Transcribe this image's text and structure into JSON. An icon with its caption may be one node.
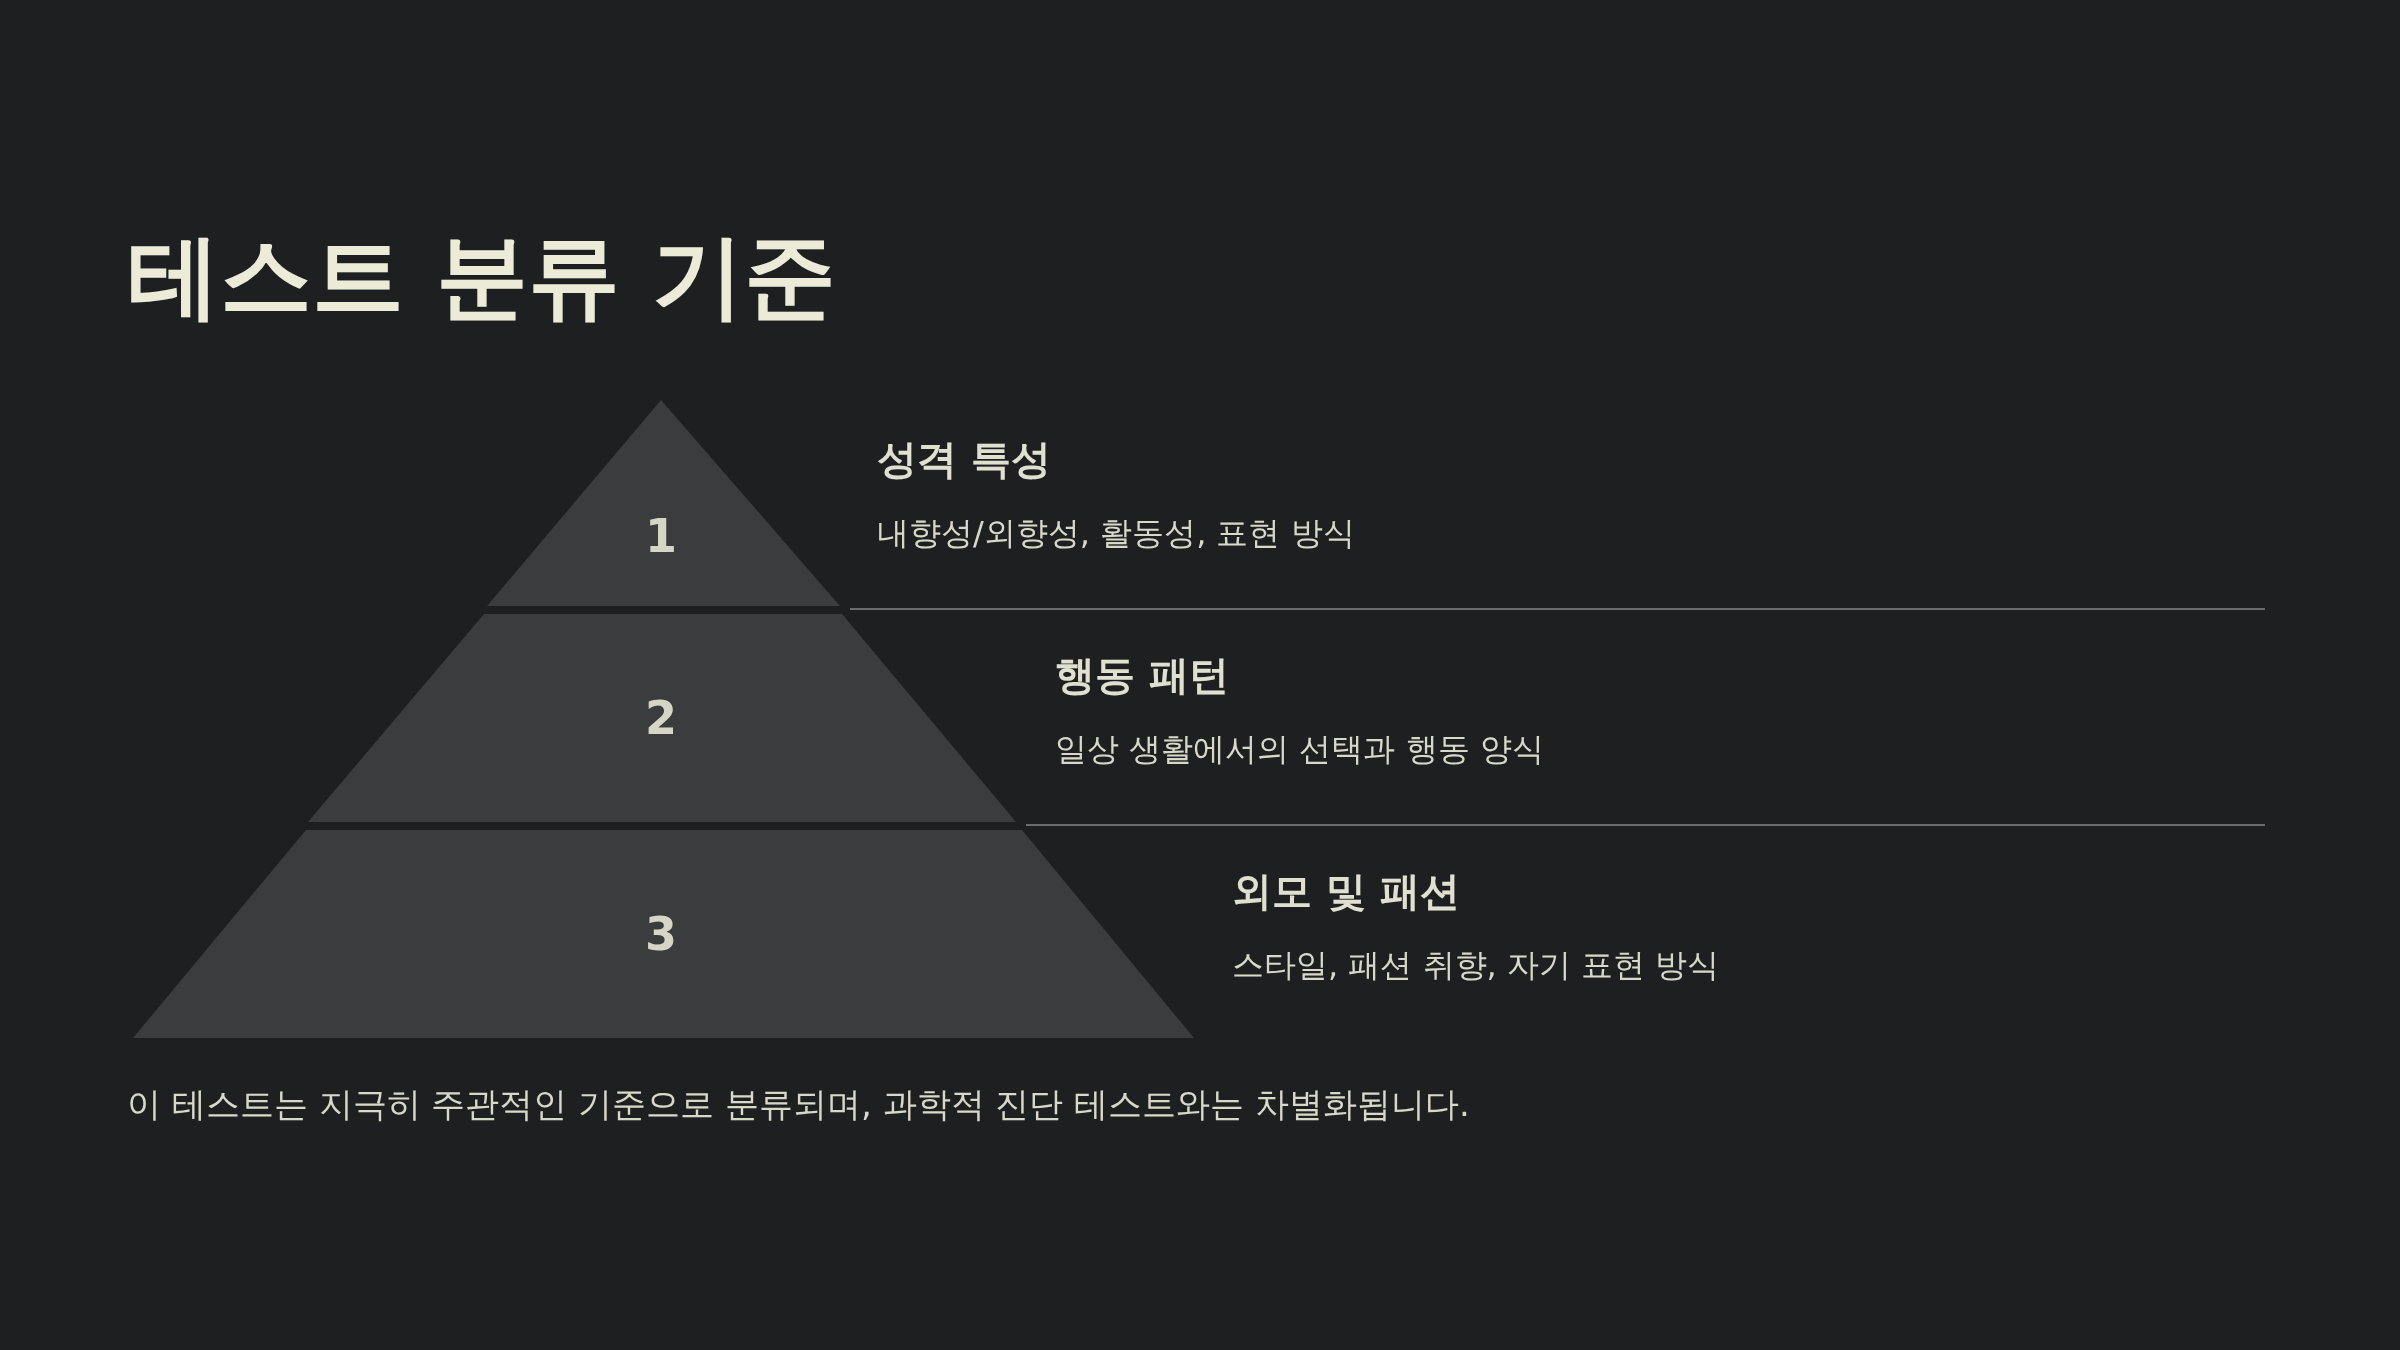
{
  "diagram": {
    "title": "테스트 분류 기준",
    "nodes": [
      {
        "text": [
          "1"
        ],
        "beside": [
          "성격 특성",
          "내향성/외향성, 활동성, 표현 방식"
        ]
      },
      {
        "text": [
          "2"
        ],
        "beside": [
          "행동 패턴",
          "일상 생활에서의 선택과 행동 양식"
        ]
      },
      {
        "text": [
          "3"
        ],
        "beside": [
          "외모 및 패션",
          "스타일, 패션 취향, 자기 표현 방식"
        ]
      }
    ],
    "edges": [],
    "caption": "이 테스트는 지극히 주관적인 기준으로 분류되며, 과학적 진단 테스트와는 차별화됩니다."
  }
}
